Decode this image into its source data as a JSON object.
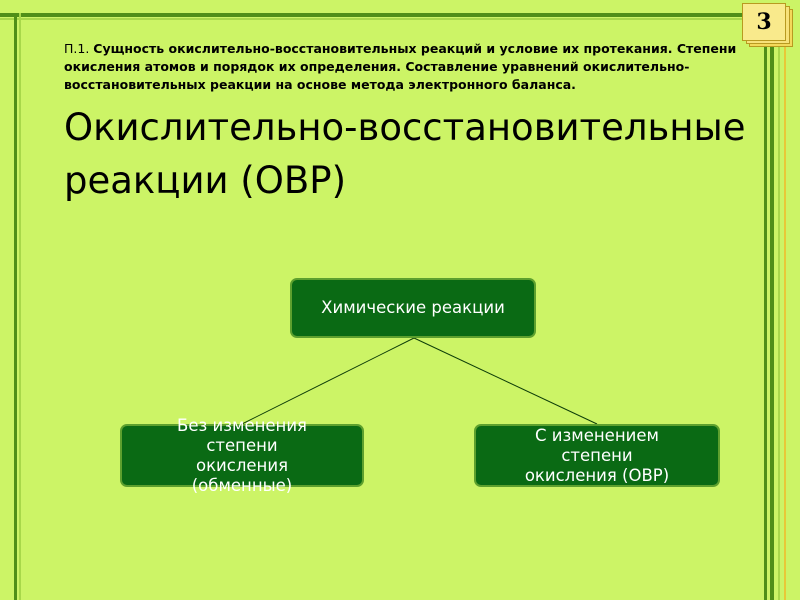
{
  "slide": {
    "page_number": "3",
    "subtitle_prefix": "П.1. ",
    "subtitle_text": "Сущность окислительно-восстановительных реакций и условие их протекания. Степени окисления атомов и порядок их определения. Составление уравнений окислительно-восстановительных реакции на основе метода электронного баланса.",
    "title": "Окислительно-восстановительные\nреакции (ОВР)"
  },
  "diagram": {
    "root": {
      "label": "Химические реакции"
    },
    "children": [
      {
        "label": "Без изменения\nстепени\nокисления\n(обменные)"
      },
      {
        "label": "С изменением\nстепени\nокисления (ОВР)"
      }
    ]
  },
  "colors": {
    "background": "#ccf466",
    "node_fill": "#0a6a14",
    "node_border": "#5da02e",
    "node_text": "#ffffff",
    "badge": "#f9ea8c"
  }
}
